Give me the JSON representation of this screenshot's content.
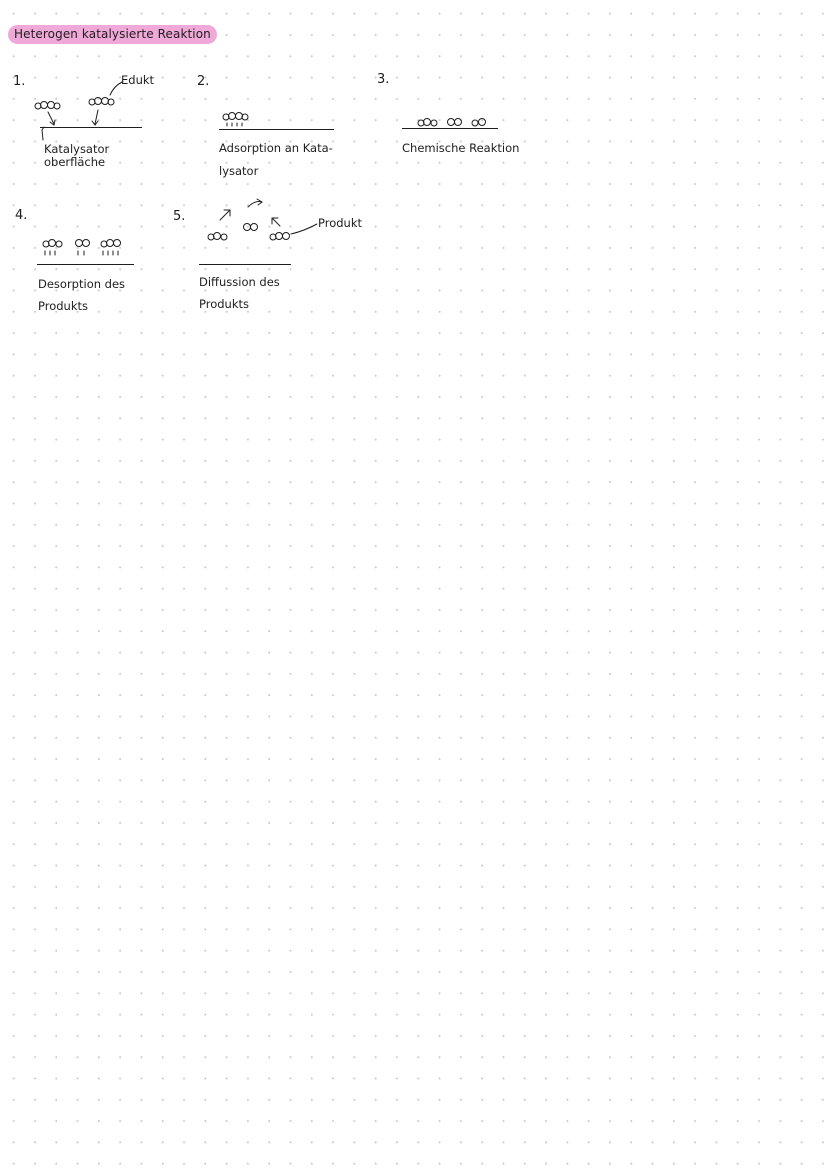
{
  "title": "Heterogen katalysierte Reaktion",
  "steps": [
    {
      "number": "1.",
      "labels": [
        "Katalysator",
        "oberfläche"
      ],
      "annotation": "Edukt"
    },
    {
      "number": "2.",
      "labels": [
        "Adsorption an Kata-",
        "lysator"
      ]
    },
    {
      "number": "3.",
      "labels": [
        "Chemische Reaktion"
      ]
    },
    {
      "number": "4.",
      "labels": [
        "Desorption des",
        "Produkts"
      ]
    },
    {
      "number": "5.",
      "labels": [
        "Diffussion des",
        "Produkts"
      ],
      "annotation": "Produkt"
    }
  ],
  "colors": {
    "highlight": "#f0a8d8",
    "ink": "#1e1e1e",
    "grid_dot": "#c9c9c9"
  }
}
